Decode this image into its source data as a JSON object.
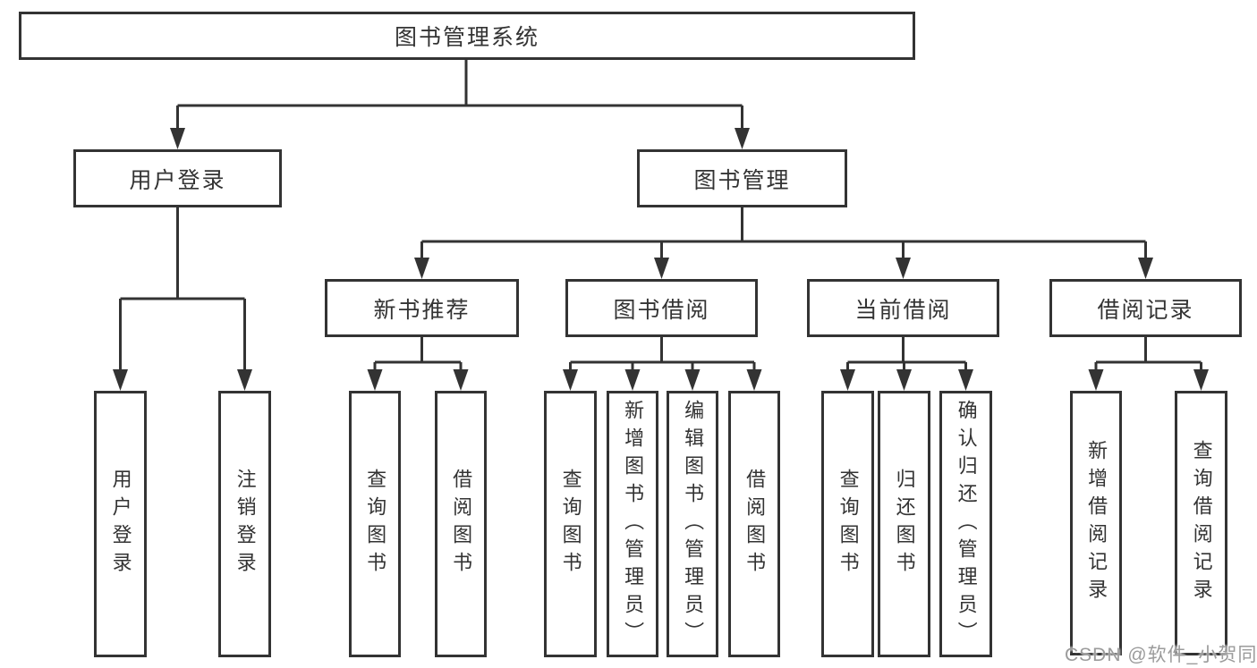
{
  "diagram": {
    "colors": {
      "line": "#333333",
      "box_background": "#ffffff",
      "text": "#333333",
      "watermark": "#9b9b9b"
    },
    "tree": {
      "label": "图书管理系统",
      "children": [
        {
          "label": "用户登录",
          "children": [
            {
              "label": "用户登录"
            },
            {
              "label": "注销登录"
            }
          ]
        },
        {
          "label": "图书管理",
          "children": [
            {
              "label": "新书推荐",
              "children": [
                {
                  "label": "查询图书"
                },
                {
                  "label": "借阅图书"
                }
              ]
            },
            {
              "label": "图书借阅",
              "children": [
                {
                  "label": "查询图书"
                },
                {
                  "label": "新增图书（管理员）"
                },
                {
                  "label": "编辑图书（管理员）"
                },
                {
                  "label": "借阅图书"
                }
              ]
            },
            {
              "label": "当前借阅",
              "children": [
                {
                  "label": "查询图书"
                },
                {
                  "label": "归还图书"
                },
                {
                  "label": "确认归还（管理员）"
                }
              ]
            },
            {
              "label": "借阅记录",
              "children": [
                {
                  "label": "新增借阅记录"
                },
                {
                  "label": "查询借阅记录"
                }
              ]
            }
          ]
        }
      ]
    },
    "watermark": "CSDN @软件_小贺同学"
  }
}
